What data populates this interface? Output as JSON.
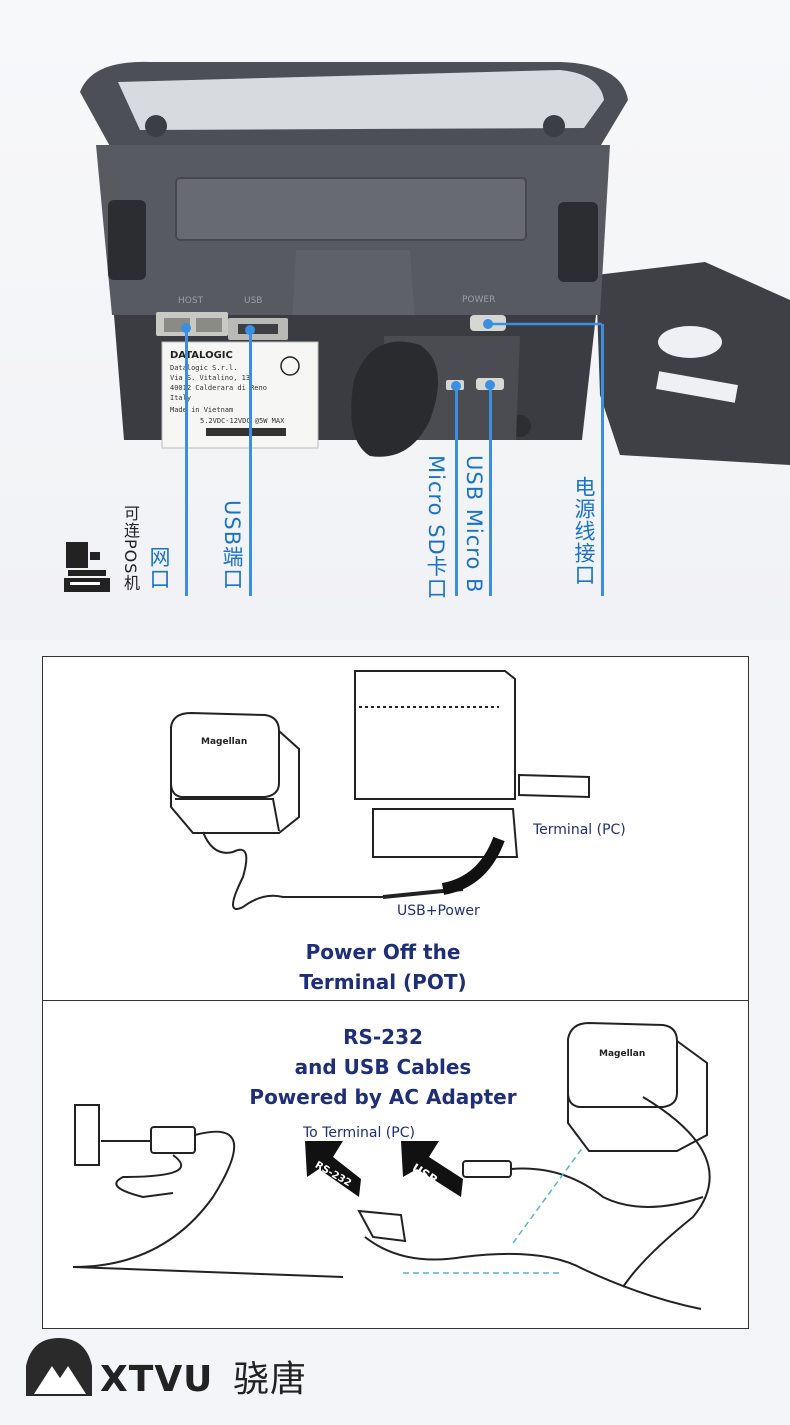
{
  "photo": {
    "device_label": {
      "brand": "DATALOGIC",
      "lines": [
        "Datalogic S.r.l.",
        "Via S. Vitalino, 13",
        "40012 Calderara di Reno",
        "Italy",
        "Made in Vietnam",
        "5.2VDC-12VDC @5W MAX"
      ]
    },
    "port_tags": {
      "host": "HOST",
      "usb": "USB",
      "power": "POWER"
    },
    "labels": {
      "pos_note": "可连POS机",
      "network_port": "网口",
      "usb_port": "USB端口",
      "micro_sd": "Micro SD卡口",
      "usb_micro_b": "USB Micro B",
      "power_port": "电源线接口"
    }
  },
  "diagram": {
    "top_panel": {
      "title_line1": "Power Off the",
      "title_line2": "Terminal (POT)",
      "terminal_label": "Terminal (PC)",
      "cable_label": "USB+Power",
      "scanner_brand": "Magellan"
    },
    "bottom_panel": {
      "title_line1": "RS-232",
      "title_line2": "and USB Cables",
      "title_line3": "Powered by AC Adapter",
      "to_terminal": "To Terminal (PC)",
      "arrow_rs232": "RS-232",
      "arrow_usb": "USB",
      "scanner_brand": "Magellan"
    }
  },
  "footer": {
    "brand": "XTVU",
    "brand_cn": "骁唐"
  },
  "colors": {
    "callout_blue": "#3b8ee0",
    "title_navy": "#1f2e78",
    "device_gray": "#4a4d54"
  }
}
